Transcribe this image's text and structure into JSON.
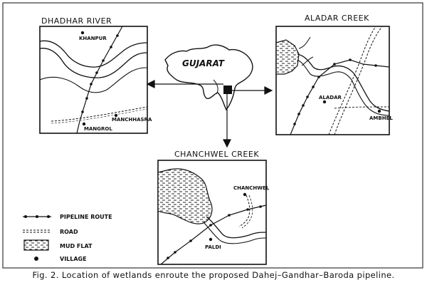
{
  "maps": {
    "dhadhar": {
      "title": "DHADHAR RIVER",
      "villages": [
        "KHANPUR",
        "MANCHHASRA",
        "MANGROL"
      ]
    },
    "aladar": {
      "title": "ALADAR CREEK",
      "villages": [
        "ALADAR",
        "AMBHEL"
      ]
    },
    "chanchwel": {
      "title": "CHANCHWEL CREEK",
      "villages": [
        "CHANCHWEL",
        "PALDI"
      ]
    },
    "gujarat": {
      "label": "GUJARAT"
    }
  },
  "legend": [
    {
      "label": "PIPELINE ROUTE",
      "icon": "pipeline-line-icon"
    },
    {
      "label": "ROAD",
      "icon": "road-dashed-line-icon"
    },
    {
      "label": "MUD FLAT",
      "icon": "mud-flat-hatch-icon"
    },
    {
      "label": "VILLAGE",
      "icon": "village-dot-icon"
    }
  ],
  "caption": "Fig. 2. Location of wetlands enroute the proposed Dahej–Gandhar–Baroda pipeline."
}
